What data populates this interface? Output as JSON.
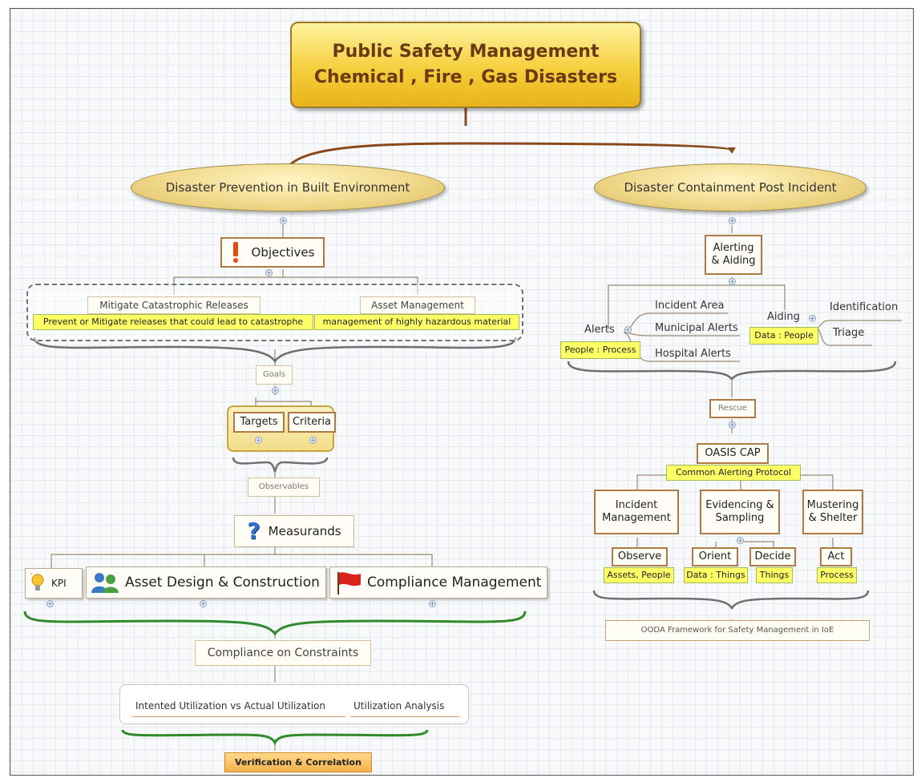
{
  "root": {
    "line1": "Public Safety Management",
    "line2": "Chemical , Fire , Gas Disasters"
  },
  "left": {
    "title": "Disaster Prevention in Built Environment",
    "objectives": "Objectives",
    "mitigate": {
      "label": "Mitigate Catastrophic Releases",
      "note": "Prevent or Mitigate releases that could lead to catastrophe"
    },
    "asset": {
      "label": "Asset Management",
      "note": "management of highly hazardous material"
    },
    "goals": "Goals",
    "targets": "Targets",
    "criteria": "Criteria",
    "observables": "Observables",
    "measurands": "Measurands",
    "kpi": "KPI",
    "asset_design": "Asset Design & Construction",
    "compliance_mgmt": "Compliance Management",
    "compliance_constraints": "Compliance on Constraints",
    "intended_util": "Intented Utilization vs Actual Utilization",
    "util_analysis": "Utilization Analysis",
    "verification": "Verification & Correlation"
  },
  "right": {
    "title": "Disaster Containment Post Incident",
    "alerting": {
      "line1": "Alerting",
      "line2": "& Aiding"
    },
    "alerts": "Alerts",
    "alerts_note": "People : Process",
    "incident_area": "Incident Area",
    "municipal_alerts": "Municipal Alerts",
    "hospital_alerts": "Hospital Alerts",
    "aiding": "Aiding",
    "aiding_note": "Data : People",
    "identification": "Identification",
    "triage": "Triage",
    "rescue": "Rescue",
    "oasis": "OASIS CAP",
    "oasis_note": "Common Alerting Protocol",
    "incident_mgmt": {
      "line1": "Incident",
      "line2": "Management"
    },
    "evidencing": {
      "line1": "Evidencing &",
      "line2": "Sampling"
    },
    "mustering": {
      "line1": "Mustering",
      "line2": "& Shelter"
    },
    "observe": "Observe",
    "observe_note": "Assets, People",
    "orient": "Orient",
    "orient_note": "Data : Things",
    "decide": "Decide",
    "decide_note": "Things",
    "act": "Act",
    "act_note": "Process",
    "ooda": "OODA Framework for Safety Management in IoE"
  },
  "icons": [
    "exclamation-icon",
    "question-icon",
    "lightbulb-icon",
    "people-icon",
    "red-flag-icon",
    "expand-plus-icon"
  ],
  "colors": {
    "root_fill": "#f5cf3c",
    "root_text": "#6b3a12",
    "note_fill": "#ffff66",
    "node_border": "#b07a45",
    "brace_green": "#2f8a2a",
    "brace_gray": "#707070",
    "connector_brown": "#8b4a1c"
  }
}
